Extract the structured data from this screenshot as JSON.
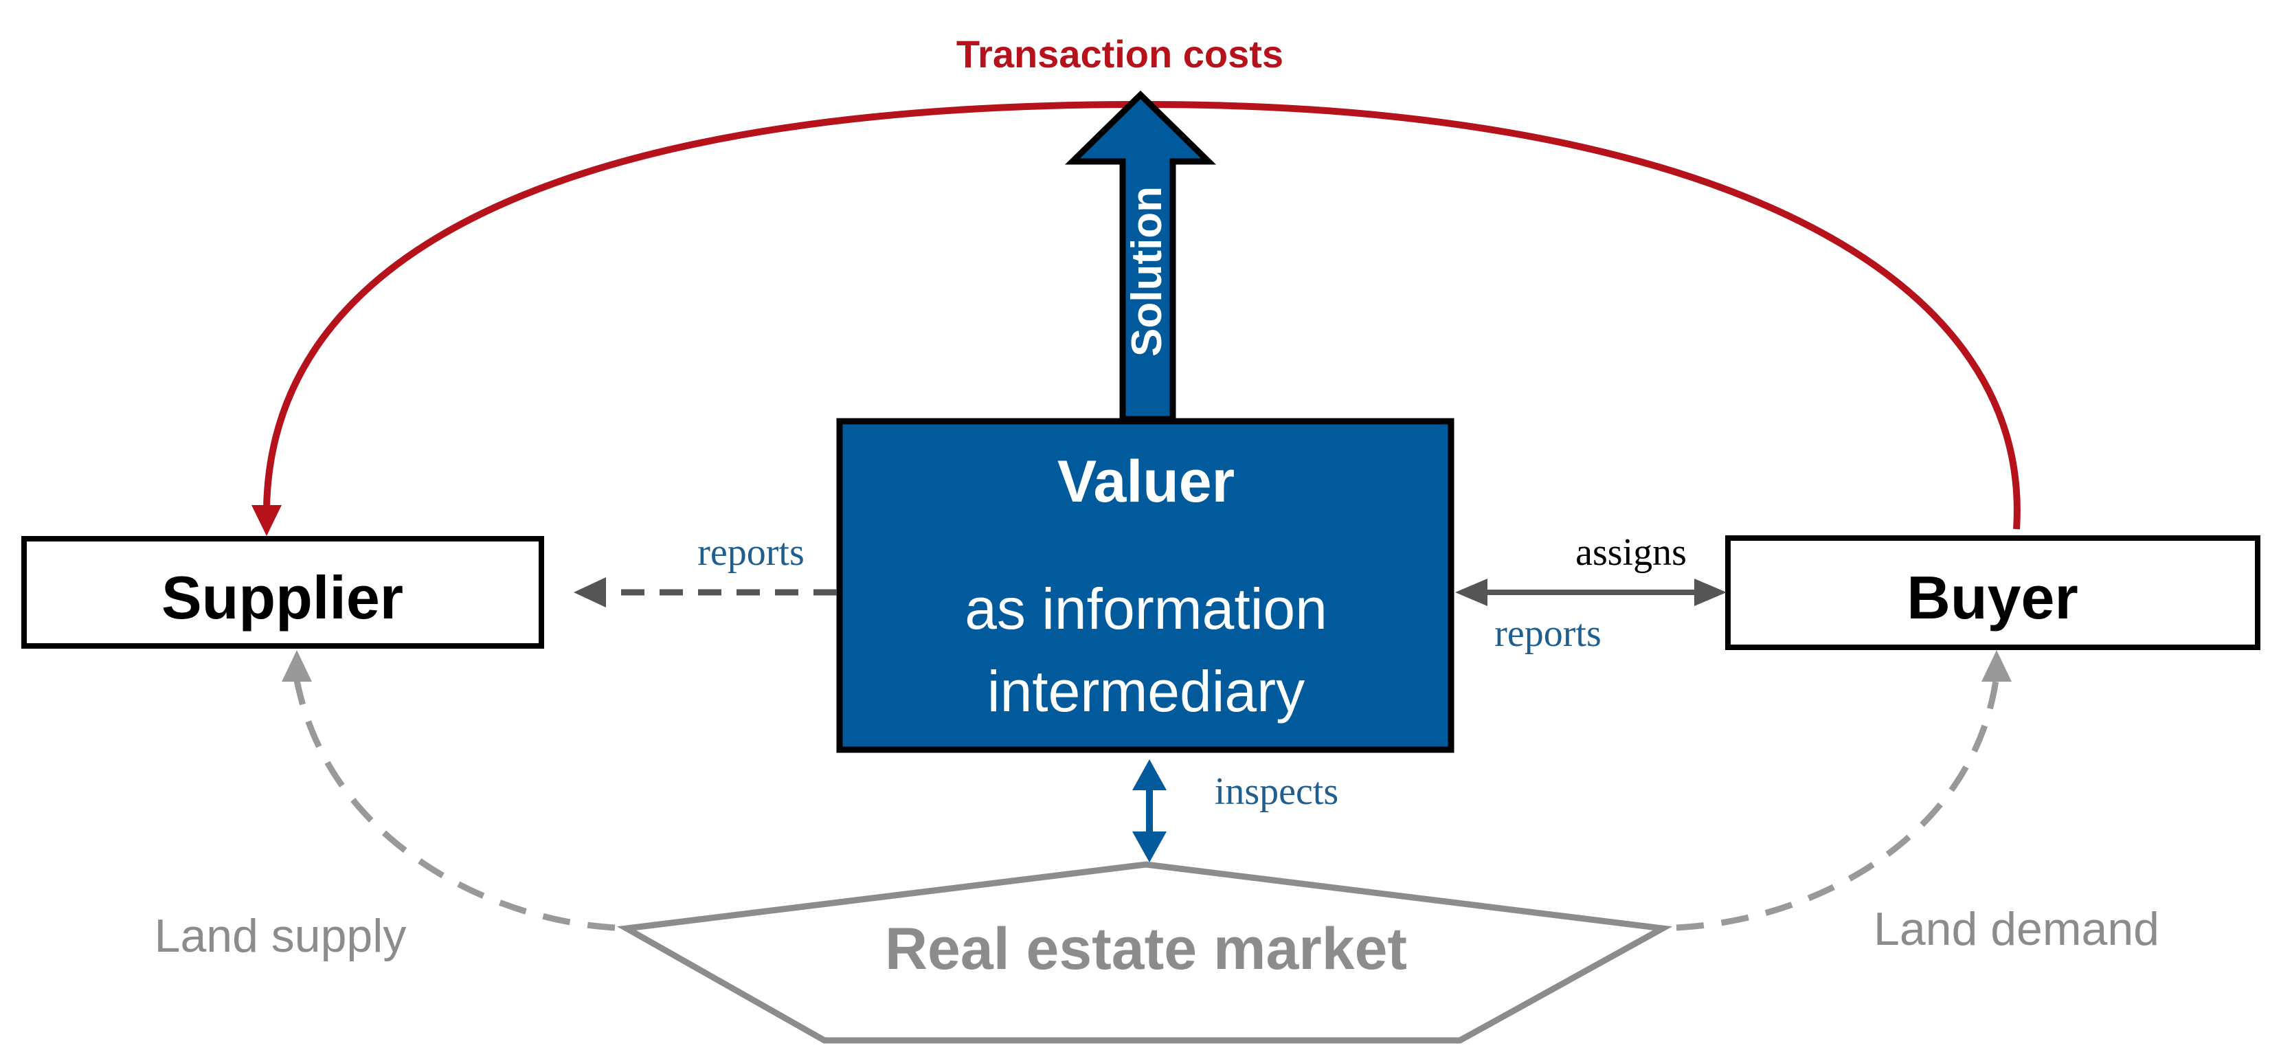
{
  "labels": {
    "transaction_costs": "Transaction costs",
    "solution": "Solution",
    "valuer_title": "Valuer",
    "valuer_line1": "as information",
    "valuer_line2": "intermediary",
    "supplier": "Supplier",
    "buyer": "Buyer",
    "reports_left": "reports",
    "assigns": "assigns",
    "reports_right": "reports",
    "inspects": "inspects",
    "land_supply": "Land supply",
    "land_demand": "Land demand",
    "market": "Real estate market"
  },
  "colors": {
    "transaction_red": "#b5121b",
    "valuer_blue": "#005a9c",
    "link_blue": "#1f5f8f",
    "dark_gray": "#555555",
    "mid_gray": "#8c8c8c",
    "light_gray": "#999999",
    "black": "#000000",
    "white": "#ffffff"
  }
}
